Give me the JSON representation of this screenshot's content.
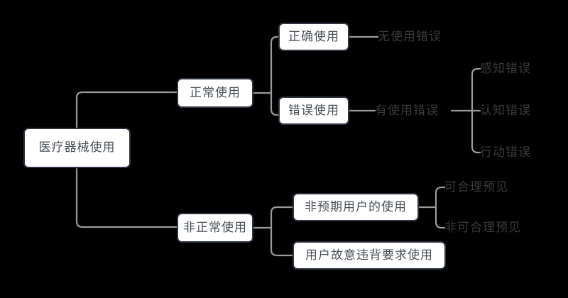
{
  "diagram": {
    "title": "医疗器械使用分类树状图",
    "background_color": "#000000",
    "node_fill": "#ffffff",
    "node_border": "#2e3440",
    "node_text_color": "#4a5058",
    "leaf_text_color": "#3a3a3a",
    "connector_color": "#9a9a9a",
    "root": {
      "label": "医疗器械使用"
    },
    "branches": [
      {
        "label": "正常使用",
        "children": [
          {
            "label": "正确使用",
            "outcome": "无使用错误",
            "error_types": []
          },
          {
            "label": "错误使用",
            "outcome": "有使用错误",
            "error_types": [
              "感知错误",
              "认知错误",
              "行动错误"
            ]
          }
        ]
      },
      {
        "label": "非正常使用",
        "children": [
          {
            "label": "非预期用户的使用",
            "outcome": "",
            "error_types": [
              "可合理预见",
              "非可合理预见"
            ]
          },
          {
            "label": "用户故意违背要求使用",
            "outcome": "",
            "error_types": []
          }
        ]
      }
    ],
    "nodes": {
      "root": "医疗器械使用",
      "normal_use": "正常使用",
      "abnormal_use": "非正常使用",
      "correct_use": "正确使用",
      "wrong_use": "错误使用",
      "unintended_user": "非预期用户的使用",
      "deliberate_violation": "用户故意违背要求使用"
    },
    "labels": {
      "no_use_error": "无使用错误",
      "has_use_error": "有使用错误",
      "perception_error": "感知错误",
      "cognition_error": "认知错误",
      "action_error": "行动错误",
      "reasonably_foreseeable": "可合理预见",
      "not_reasonably_foreseeable": "非可合理预见"
    }
  }
}
